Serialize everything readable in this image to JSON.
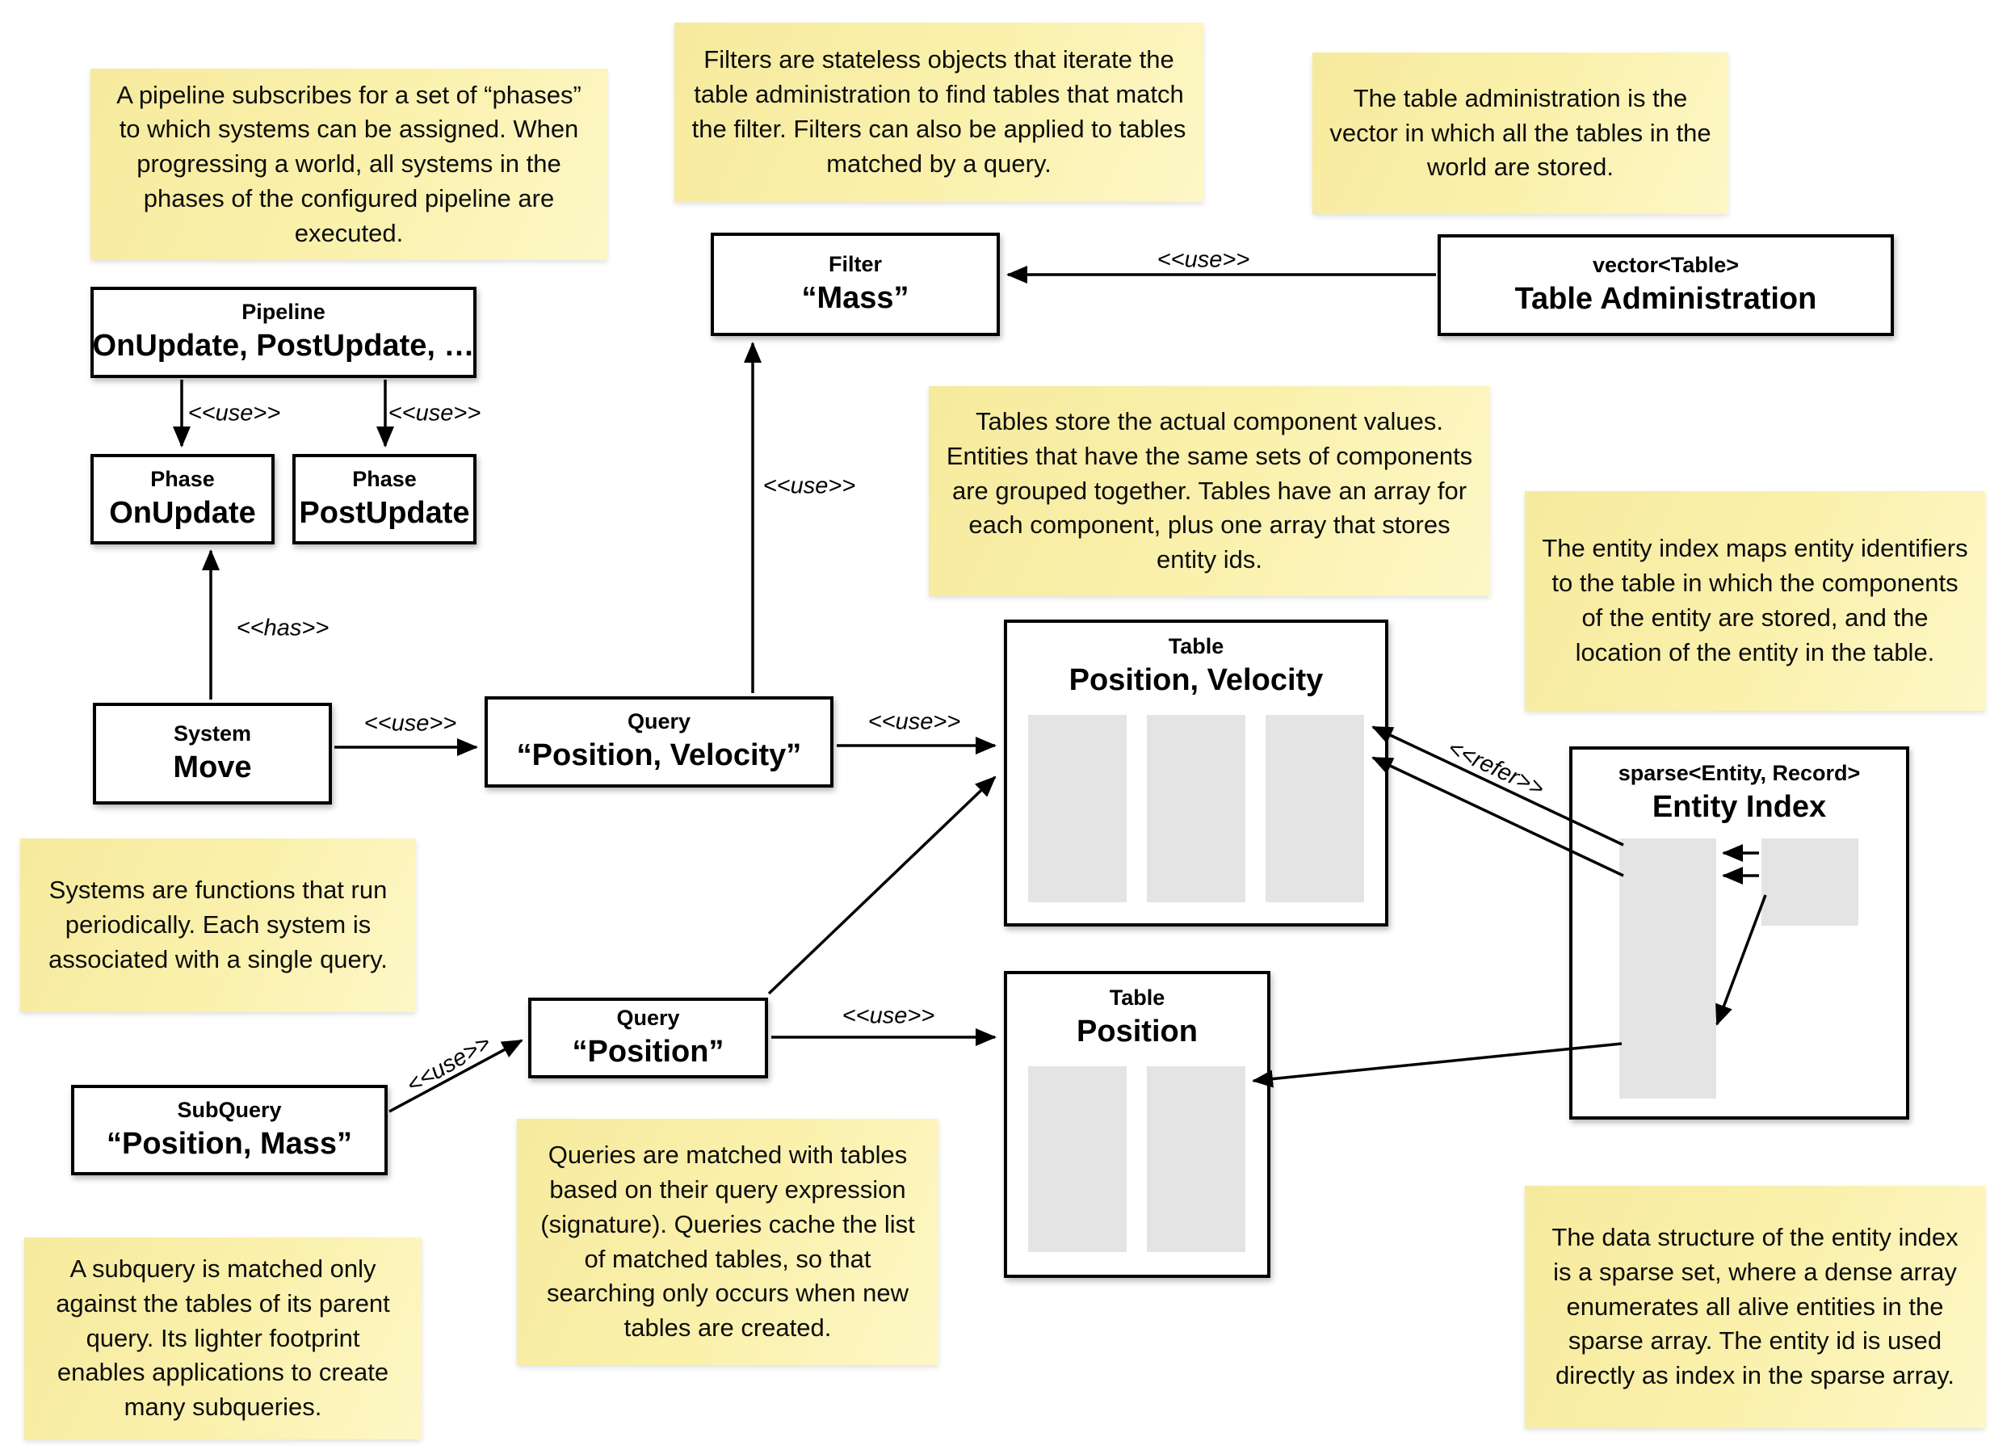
{
  "labels": {
    "use": "<<use>>",
    "has": "<<has>>",
    "refer": "<<refer>>"
  },
  "notes": {
    "pipeline": "A pipeline subscribes for a set of “phases” to which systems can be assigned. When progressing a world, all systems in the phases of the configured pipeline are executed.",
    "filters": "Filters are stateless objects that iterate the table administration to find tables that match the filter. Filters can also be applied to tables matched by a query.",
    "table_administration": "The table administration is the vector in which all the tables in the world are stored.",
    "tables": "Tables store the actual component values. Entities that have the same sets of components are grouped together. Tables have an array for each component, plus one array that stores entity ids.",
    "entity_index": "The entity index maps entity identifiers to the table in which the components of the entity are stored, and the location of the entity in the table.",
    "systems": "Systems are functions that run periodically. Each system is associated with a single query.",
    "queries": "Queries are matched with tables based on their query expression (signature). Queries cache the list of matched tables, so that searching only occurs when new tables are created.",
    "subquery": "A subquery is matched only against the tables of its parent query. Its lighter footprint enables applications to create many subqueries.",
    "sparse_set": "The data structure of the entity index is a sparse set, where a dense array enumerates all alive entities in the sparse array. The entity id is used directly as index in the sparse array."
  },
  "boxes": {
    "pipeline": {
      "stereotype": "Pipeline",
      "name": "OnUpdate, PostUpdate, …"
    },
    "phase_onupdate": {
      "stereotype": "Phase",
      "name": "OnUpdate"
    },
    "phase_postupdate": {
      "stereotype": "Phase",
      "name": "PostUpdate"
    },
    "filter_mass": {
      "stereotype": "Filter",
      "name": "“Mass”"
    },
    "table_administration": {
      "stereotype": "vector<Table>",
      "name": "Table Administration"
    },
    "system_move": {
      "stereotype": "System",
      "name": "Move"
    },
    "query_position_velocity": {
      "stereotype": "Query",
      "name": "“Position, Velocity”"
    },
    "query_position": {
      "stereotype": "Query",
      "name": "“Position”"
    },
    "subquery_position_mass": {
      "stereotype": "SubQuery",
      "name": "“Position, Mass”"
    },
    "table_position_velocity": {
      "stereotype": "Table",
      "name": "Position, Velocity"
    },
    "table_position": {
      "stereotype": "Table",
      "name": "Position"
    },
    "entity_index": {
      "stereotype": "sparse<Entity, Record>",
      "name": "Entity Index"
    }
  },
  "colors": {
    "note_background": "#f9f0a8",
    "box_border": "#000000",
    "array_fill": "#e4e4e4"
  }
}
